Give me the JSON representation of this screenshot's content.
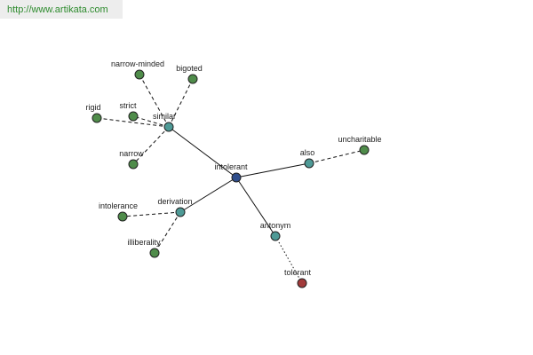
{
  "banner": {
    "url": "http://www.artikata.com"
  },
  "colors": {
    "center": "#2f4e8c",
    "relation": "#4e9a96",
    "word": "#4f8c4a",
    "antonym_word": "#a23a3a"
  },
  "nodes": [
    {
      "id": "intolerant",
      "label": "intolerant",
      "kind": "center"
    },
    {
      "id": "similar",
      "label": "similar",
      "kind": "relation"
    },
    {
      "id": "also",
      "label": "also",
      "kind": "relation"
    },
    {
      "id": "derivation",
      "label": "derivation",
      "kind": "relation"
    },
    {
      "id": "antonym",
      "label": "antonym",
      "kind": "relation"
    },
    {
      "id": "narrow-minded",
      "label": "narrow-minded",
      "kind": "word"
    },
    {
      "id": "bigoted",
      "label": "bigoted",
      "kind": "word"
    },
    {
      "id": "rigid",
      "label": "rigid",
      "kind": "word"
    },
    {
      "id": "strict",
      "label": "strict",
      "kind": "word"
    },
    {
      "id": "narrow",
      "label": "narrow",
      "kind": "word"
    },
    {
      "id": "uncharitable",
      "label": "uncharitable",
      "kind": "word"
    },
    {
      "id": "intolerance",
      "label": "intolerance",
      "kind": "word"
    },
    {
      "id": "illiberality",
      "label": "illiberality",
      "kind": "word"
    },
    {
      "id": "tolerant",
      "label": "tolerant",
      "kind": "antonym_word"
    }
  ],
  "edges": [
    {
      "from": "intolerant",
      "to": "similar",
      "style": "solid"
    },
    {
      "from": "intolerant",
      "to": "also",
      "style": "solid"
    },
    {
      "from": "intolerant",
      "to": "derivation",
      "style": "solid"
    },
    {
      "from": "intolerant",
      "to": "antonym",
      "style": "solid"
    },
    {
      "from": "similar",
      "to": "narrow-minded",
      "style": "dashed"
    },
    {
      "from": "similar",
      "to": "bigoted",
      "style": "dashed"
    },
    {
      "from": "similar",
      "to": "rigid",
      "style": "dashed"
    },
    {
      "from": "similar",
      "to": "strict",
      "style": "dashed"
    },
    {
      "from": "similar",
      "to": "narrow",
      "style": "dashed"
    },
    {
      "from": "also",
      "to": "uncharitable",
      "style": "dashed"
    },
    {
      "from": "derivation",
      "to": "intolerance",
      "style": "dashed"
    },
    {
      "from": "derivation",
      "to": "illiberality",
      "style": "dashed"
    },
    {
      "from": "antonym",
      "to": "tolerant",
      "style": "dotted"
    }
  ]
}
